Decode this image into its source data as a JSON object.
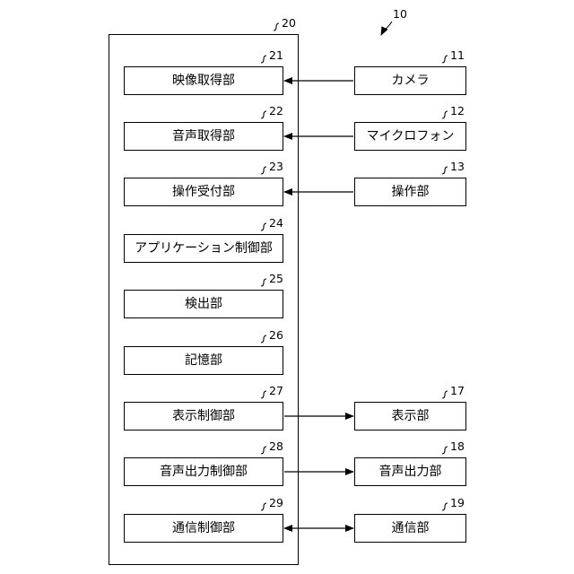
{
  "system_ref": "10",
  "controller": {
    "ref": "20",
    "units": [
      {
        "id": "u21",
        "ref": "21",
        "label": "映像取得部"
      },
      {
        "id": "u22",
        "ref": "22",
        "label": "音声取得部"
      },
      {
        "id": "u23",
        "ref": "23",
        "label": "操作受付部"
      },
      {
        "id": "u24",
        "ref": "24",
        "label": "アプリケーション制御部"
      },
      {
        "id": "u25",
        "ref": "25",
        "label": "検出部"
      },
      {
        "id": "u26",
        "ref": "26",
        "label": "記憶部"
      },
      {
        "id": "u27",
        "ref": "27",
        "label": "表示制御部"
      },
      {
        "id": "u28",
        "ref": "28",
        "label": "音声出力制御部"
      },
      {
        "id": "u29",
        "ref": "29",
        "label": "通信制御部"
      }
    ]
  },
  "devices": [
    {
      "id": "d11",
      "ref": "11",
      "label": "カメラ"
    },
    {
      "id": "d12",
      "ref": "12",
      "label": "マイクロフォン"
    },
    {
      "id": "d13",
      "ref": "13",
      "label": "操作部"
    },
    {
      "id": "d17",
      "ref": "17",
      "label": "表示部"
    },
    {
      "id": "d18",
      "ref": "18",
      "label": "音声出力部"
    },
    {
      "id": "d19",
      "ref": "19",
      "label": "通信部"
    }
  ],
  "connections": [
    {
      "from": "d11",
      "to": "u21",
      "direction": "to-unit"
    },
    {
      "from": "d12",
      "to": "u22",
      "direction": "to-unit"
    },
    {
      "from": "d13",
      "to": "u23",
      "direction": "to-unit"
    },
    {
      "from": "u27",
      "to": "d17",
      "direction": "to-device"
    },
    {
      "from": "u28",
      "to": "d18",
      "direction": "to-device"
    },
    {
      "from": "u29",
      "to": "d19",
      "direction": "bidirectional"
    }
  ]
}
